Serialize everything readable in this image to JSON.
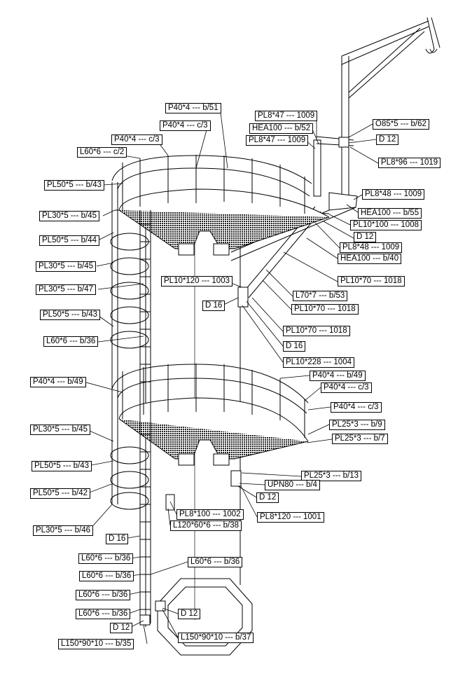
{
  "drawing_title": "Steel tower with spiral access platforms - member labels",
  "colors": {
    "line": "#000000",
    "paper": "#ffffff"
  },
  "labels": [
    {
      "id": "l01",
      "text": "P40*4 --- b/51"
    },
    {
      "id": "l02",
      "text": "P40*4 --- c/3"
    },
    {
      "id": "l03",
      "text": "P40*4 --- c/3"
    },
    {
      "id": "l04",
      "text": "L60*6 --- c/2"
    },
    {
      "id": "l05",
      "text": "PL50*5 --- b/43"
    },
    {
      "id": "l06",
      "text": "PL30*5 --- b/45"
    },
    {
      "id": "l07",
      "text": "PL50*5 --- b/44"
    },
    {
      "id": "l08",
      "text": "PL30*5 --- b/45"
    },
    {
      "id": "l09",
      "text": "PL30*5 --- b/47"
    },
    {
      "id": "l10",
      "text": "PL50*5 --- b/43"
    },
    {
      "id": "l11",
      "text": "L60*6 --- b/36"
    },
    {
      "id": "l12",
      "text": "PL8*47 --- 1009"
    },
    {
      "id": "l13",
      "text": "HEA100 --- b/52"
    },
    {
      "id": "l14",
      "text": "PL8*47 --- 1009"
    },
    {
      "id": "l15",
      "text": "O85*5 --- b/62"
    },
    {
      "id": "l16",
      "text": "D 12"
    },
    {
      "id": "l17",
      "text": "PL8*96 --- 1019"
    },
    {
      "id": "l18",
      "text": "PL8*48 --- 1009"
    },
    {
      "id": "l19",
      "text": "HEA100 --- b/55"
    },
    {
      "id": "l20",
      "text": "PL10*100 --- 1008"
    },
    {
      "id": "l21",
      "text": "D 12"
    },
    {
      "id": "l22",
      "text": "PL8*48 --- 1009"
    },
    {
      "id": "l23",
      "text": "HEA100 --- b/40"
    },
    {
      "id": "l24",
      "text": "PL10*120 --- 1003"
    },
    {
      "id": "l25",
      "text": "D 16"
    },
    {
      "id": "l26",
      "text": "PL10*70 --- 1018"
    },
    {
      "id": "l27",
      "text": "L70*7 --- b/53"
    },
    {
      "id": "l28",
      "text": "PL10*70 --- 1018"
    },
    {
      "id": "l29",
      "text": "PL10*70 --- 1018"
    },
    {
      "id": "l30",
      "text": "D 16"
    },
    {
      "id": "l31",
      "text": "PL10*228 --- 1004"
    },
    {
      "id": "l32",
      "text": "P40*4 --- b/49"
    },
    {
      "id": "l33",
      "text": "P40*4 --- b/49"
    },
    {
      "id": "l34",
      "text": "P40*4 --- c/3"
    },
    {
      "id": "l35",
      "text": "P40*4 --- c/3"
    },
    {
      "id": "l36",
      "text": "PL30*5 --- b/45"
    },
    {
      "id": "l37",
      "text": "PL25*3 --- b/9"
    },
    {
      "id": "l38",
      "text": "PL25*3 --- b/7"
    },
    {
      "id": "l39",
      "text": "PL50*5 --- b/43"
    },
    {
      "id": "l40",
      "text": "PL25*3 --- b/13"
    },
    {
      "id": "l41",
      "text": "UPN80 --- b/4"
    },
    {
      "id": "l42",
      "text": "PL50*5 --- b/42"
    },
    {
      "id": "l43",
      "text": "D 12"
    },
    {
      "id": "l44",
      "text": "PL8*100 --- 1002"
    },
    {
      "id": "l45",
      "text": "L120*60*6 --- b/38"
    },
    {
      "id": "l46",
      "text": "PL8*120 --- 1001"
    },
    {
      "id": "l47",
      "text": "PL30*5 --- b/46"
    },
    {
      "id": "l48",
      "text": "D 16"
    },
    {
      "id": "l49",
      "text": "L60*6 --- b/36"
    },
    {
      "id": "l50",
      "text": "L60*6 --- b/36"
    },
    {
      "id": "l51",
      "text": "L60*6 --- b/36"
    },
    {
      "id": "l52",
      "text": "L60*6 --- b/36"
    },
    {
      "id": "l53",
      "text": "L60*6 --- b/36"
    },
    {
      "id": "l54",
      "text": "D 12"
    },
    {
      "id": "l55",
      "text": "D 12"
    },
    {
      "id": "l56",
      "text": "L150*90*10 --- b/35"
    },
    {
      "id": "l57",
      "text": "L150*90*10 --- b/37"
    }
  ]
}
